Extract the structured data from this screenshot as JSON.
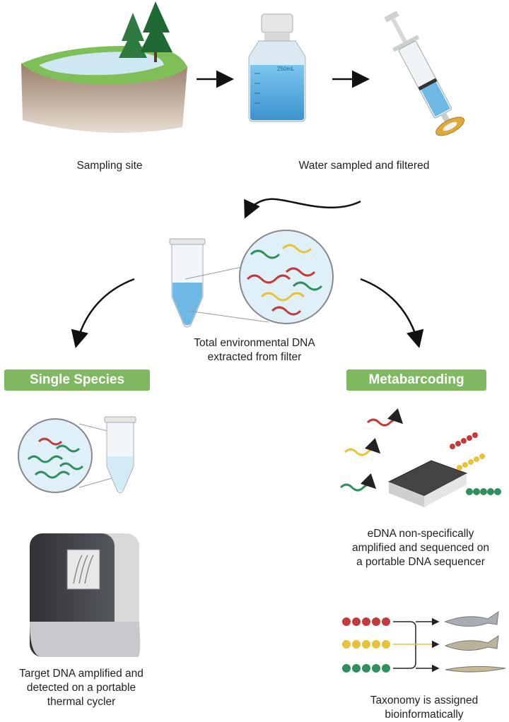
{
  "labels": {
    "sampling_site": "Sampling site",
    "water_sampled": "Water sampled and filtered",
    "bottle_volume": "250mL",
    "total_edna_line1": "Total environmental DNA",
    "total_edna_line2": "extracted from filter",
    "single_species": "Single Species",
    "metabarcoding": "Metabarcoding",
    "target_line1": "Target DNA amplified and",
    "target_line2": "detected on a portable",
    "target_line3": "thermal cycler",
    "edna_line1": "eDNA non-specifically",
    "edna_line2": "amplified and sequenced on",
    "edna_line3": "a portable DNA sequencer",
    "tax_line1": "Taxonomy is assigned",
    "tax_line2": "bioinformatically"
  },
  "colors": {
    "pill_green": "#7fb861",
    "water_blue": "#5fb6e6",
    "dna_red": "#c23a3a",
    "dna_green": "#2f8f5f",
    "dna_yellow": "#e8c23a"
  },
  "icons": [
    "sampling-site-icon",
    "water-bottle-icon",
    "syringe-filter-icon",
    "tube-icon",
    "dna-magnifier-icon",
    "thermal-cycler-icon",
    "sequencer-icon",
    "fish-icon"
  ]
}
